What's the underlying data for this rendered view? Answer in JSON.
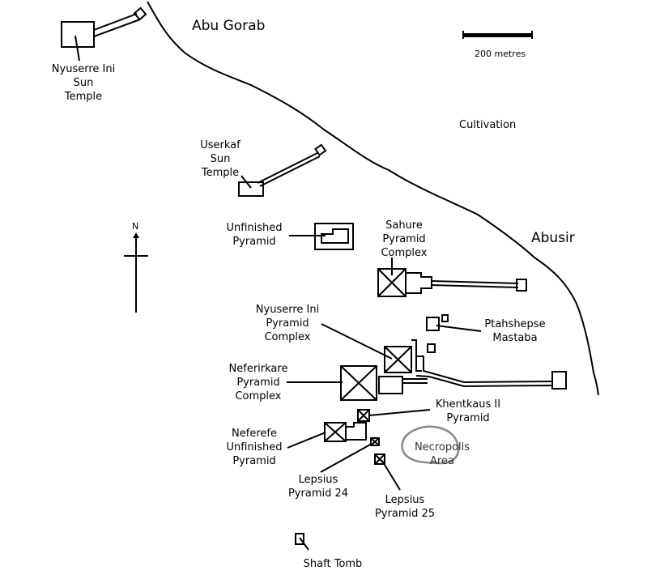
{
  "colors": {
    "ink": "#000000",
    "necropolis_outline": "#888888",
    "background": "#ffffff"
  },
  "places": {
    "abu_gorab": "Abu Gorab",
    "abusir": "Abusir",
    "cultivation": "Cultivation"
  },
  "scale_bar": {
    "label": "200 metres"
  },
  "north_arrow": {
    "label": "N"
  },
  "monuments": {
    "nyuserre_sun_temple": [
      "Nyuserre Ini",
      "Sun",
      "Temple"
    ],
    "userkaf_sun_temple": [
      "Userkaf",
      "Sun",
      "Temple"
    ],
    "unfinished_pyramid": [
      "Unfinished",
      "Pyramid"
    ],
    "sahure": [
      "Sahure",
      "Pyramid",
      "Complex"
    ],
    "nyuserre_pyramid": [
      "Nyuserre Ini",
      "Pyramid",
      "Complex"
    ],
    "ptahshepses": [
      "Ptahshepse",
      "Mastaba"
    ],
    "neferirkare": [
      "Neferirkare",
      "Pyramid",
      "Complex"
    ],
    "khentkaus": [
      "Khentkaus II",
      "Pyramid"
    ],
    "neferefe": [
      "Neferefe",
      "Unfinished",
      "Pyramid"
    ],
    "necropolis": [
      "Necropolis",
      "Area"
    ],
    "lepsius_24": [
      "Lepsius",
      "Pyramid 24"
    ],
    "lepsius_25": [
      "Lepsius",
      "Pyramid 25"
    ],
    "shaft_tomb": [
      "Shaft Tomb"
    ]
  }
}
